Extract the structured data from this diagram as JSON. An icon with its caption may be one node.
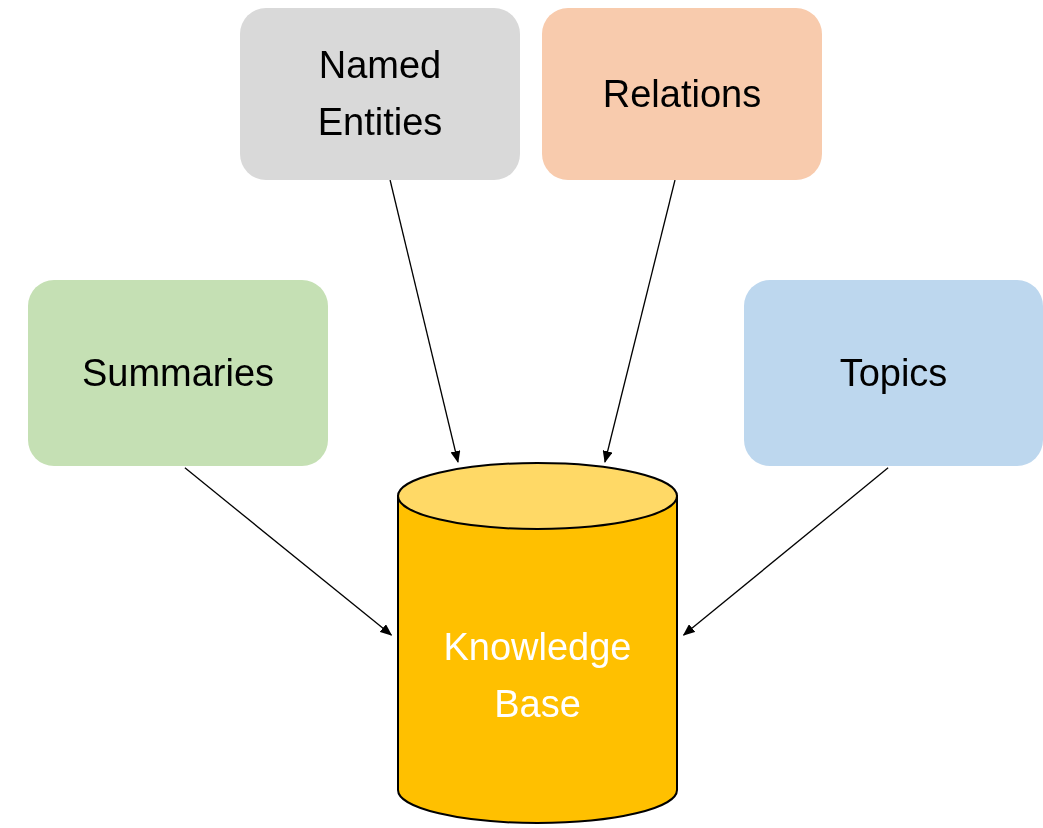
{
  "diagram": {
    "nodes": [
      {
        "text": [
          "Named Entities"
        ]
      },
      {
        "text": [
          "Relations"
        ]
      },
      {
        "text": [
          "Summaries"
        ]
      },
      {
        "text": [
          "Topics"
        ]
      },
      {
        "text": [
          "Knowledge Base"
        ]
      }
    ],
    "edges": [
      {
        "from": 0,
        "to": 4,
        "arrow": "to"
      },
      {
        "from": 1,
        "to": 4,
        "arrow": "to"
      },
      {
        "from": 2,
        "to": 4,
        "arrow": "to"
      },
      {
        "from": 3,
        "to": 4,
        "arrow": "to"
      }
    ]
  }
}
